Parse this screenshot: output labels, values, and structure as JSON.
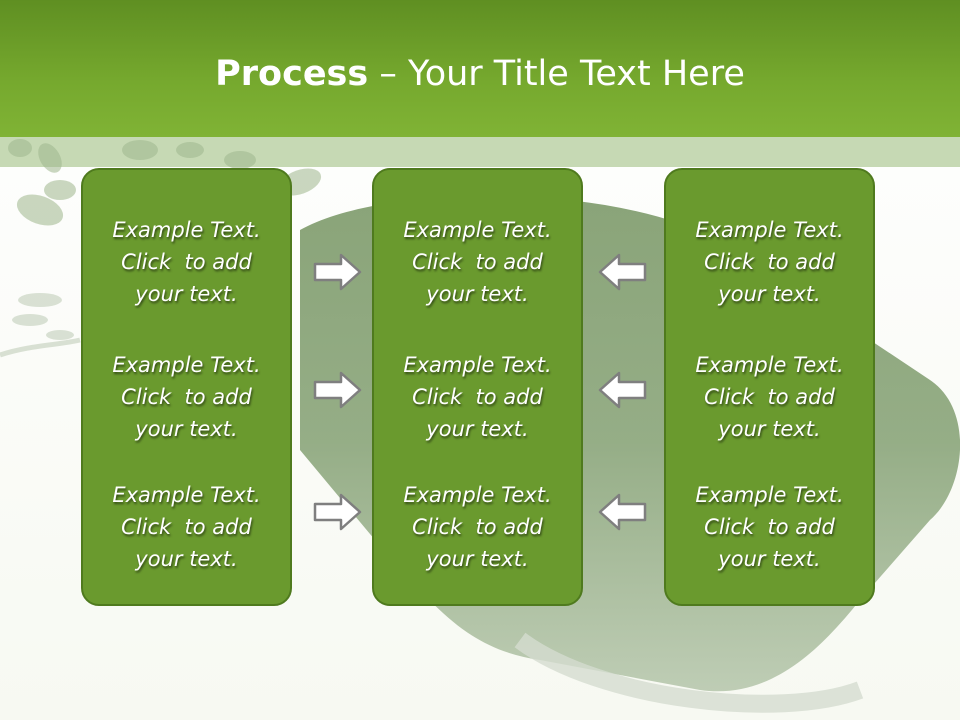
{
  "slide": {
    "title_bold": "Process",
    "title_rest": " – Your Title Text Here",
    "columns": [
      {
        "paragraphs": [
          "Example Text.\nClick  to add\nyour text.",
          "Example Text.\nClick  to add\nyour text.",
          "Example Text.\nClick  to add\nyour text."
        ]
      },
      {
        "paragraphs": [
          "Example Text.\nClick  to add\nyour text.",
          "Example Text.\nClick  to add\nyour text.",
          "Example Text.\nClick  to add\nyour text."
        ]
      },
      {
        "paragraphs": [
          "Example Text.\nClick  to add\nyour text.",
          "Example Text.\nClick  to add\nyour text.",
          "Example Text.\nClick  to add\nyour text."
        ]
      }
    ],
    "arrows_left_to_center": [
      "arrow-right-icon",
      "arrow-right-icon",
      "arrow-right-icon"
    ],
    "arrows_right_to_center": [
      "arrow-left-icon",
      "arrow-left-icon",
      "arrow-left-icon"
    ]
  },
  "colors": {
    "header": "#76a92e",
    "band": "#c6d9b4",
    "box_fill": "#6a9a2e",
    "box_border": "#4f7a1e",
    "text": "#ffffff"
  }
}
